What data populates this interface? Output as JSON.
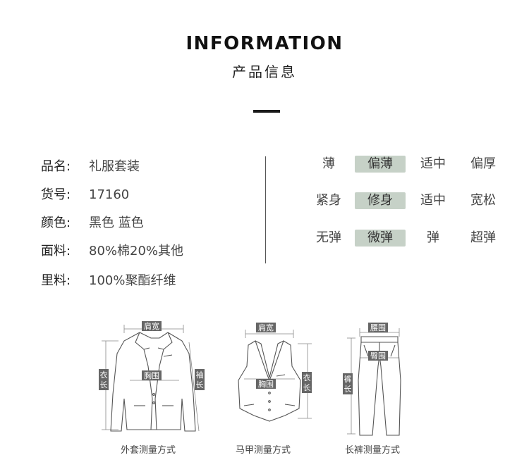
{
  "header": {
    "title": "INFORMATION",
    "subtitle": "产品信息"
  },
  "specs": [
    {
      "key": "品名:",
      "value": "礼服套装"
    },
    {
      "key": "货号:",
      "value": "17160"
    },
    {
      "key": "颜色:",
      "value": "黑色 蓝色"
    },
    {
      "key": "面料:",
      "value": "80%棉20%其他"
    },
    {
      "key": "里料:",
      "value": "100%聚酯纤维"
    }
  ],
  "scales": [
    {
      "options": [
        "薄",
        "偏薄",
        "适中",
        "偏厚"
      ],
      "selected": 1
    },
    {
      "options": [
        "紧身",
        "修身",
        "适中",
        "宽松"
      ],
      "selected": 1
    },
    {
      "options": [
        "无弹",
        "微弹",
        "弹",
        "超弹"
      ],
      "selected": 1
    }
  ],
  "measure_labels": {
    "shoulder": "肩宽",
    "chest": "胸围",
    "length_top": "衣",
    "length_bottom": "长",
    "sleeve_top": "袖",
    "sleeve_bottom": "长",
    "waist": "腰围",
    "hip": "臀围",
    "pants_top": "裤",
    "pants_bottom": "长"
  },
  "captions": {
    "jacket": "外套测量方式",
    "vest": "马甲测量方式",
    "pants": "长裤测量方式"
  },
  "colors": {
    "selected_bg": "#c6d1c7",
    "tag_bg": "#666666",
    "line": "#555555"
  }
}
